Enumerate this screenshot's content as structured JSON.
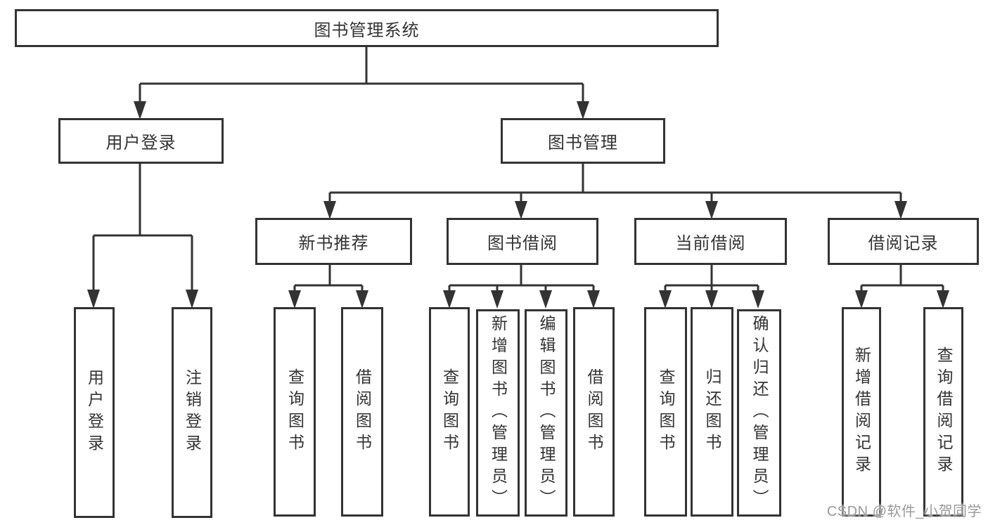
{
  "diagram_type": "hierarchy-tree",
  "tree": {
    "label": "图书管理系统",
    "children": [
      {
        "label": "用户登录",
        "children": [
          {
            "label": "用户登录"
          },
          {
            "label": "注销登录"
          }
        ]
      },
      {
        "label": "图书管理",
        "children": [
          {
            "label": "新书推荐",
            "children": [
              {
                "label": "查询图书"
              },
              {
                "label": "借阅图书"
              }
            ]
          },
          {
            "label": "图书借阅",
            "children": [
              {
                "label": "查询图书"
              },
              {
                "label": "新增图书（管理员）"
              },
              {
                "label": "编辑图书（管理员）"
              },
              {
                "label": "借阅图书"
              }
            ]
          },
          {
            "label": "当前借阅",
            "children": [
              {
                "label": "查询图书"
              },
              {
                "label": "归还图书"
              },
              {
                "label": "确认归还（管理员）"
              }
            ]
          },
          {
            "label": "借阅记录",
            "children": [
              {
                "label": "新增借阅记录"
              },
              {
                "label": "查询借阅记录"
              }
            ]
          }
        ]
      }
    ]
  },
  "watermark": "CSDN @软件_小贺同学",
  "colors": {
    "line": "#333333",
    "box_border": "#333333",
    "text": "#333333",
    "watermark": "#9a9a9a",
    "background": "#ffffff"
  }
}
